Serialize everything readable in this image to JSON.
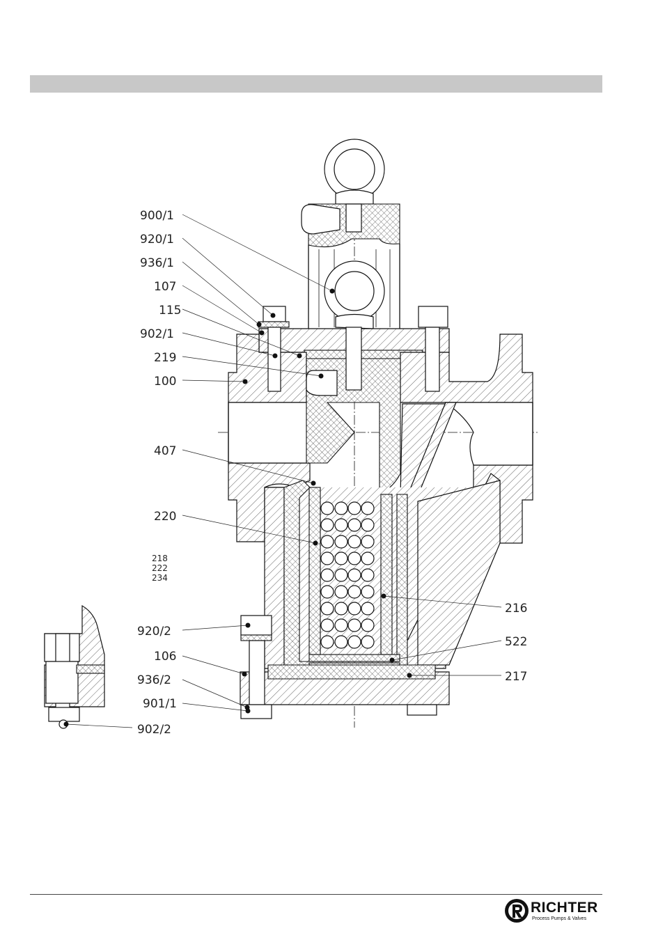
{
  "labels_left": [
    "900/1",
    "920/1",
    "936/1",
    "107",
    "115",
    "902/1",
    "219",
    "100",
    "407",
    "220"
  ],
  "labels_small": [
    "218",
    "222",
    "234"
  ],
  "labels_detail_left": [
    "920/2",
    "106",
    "936/2",
    "901/1",
    "902/2"
  ],
  "labels_right": [
    "216",
    "522",
    "217"
  ],
  "brand": {
    "name": "RICHTER",
    "tagline": "Process Pumps & Valves"
  }
}
